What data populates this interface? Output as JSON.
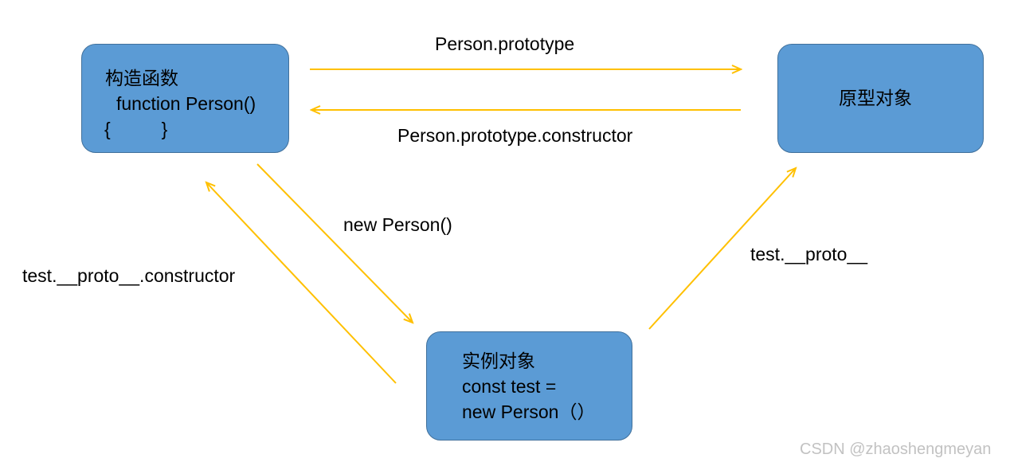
{
  "colors": {
    "box_fill": "#5b9bd5",
    "box_border": "#41719c",
    "arrow": "#ffc000",
    "watermark": "#c2c2c2"
  },
  "nodes": {
    "constructor": {
      "line1": "构造函数",
      "line2": "function Person()",
      "line3": "{          }"
    },
    "prototype": {
      "line1": "原型对象"
    },
    "instance": {
      "line1": "实例对象",
      "line2": "const test =",
      "line3": "new Person（）"
    }
  },
  "edges": {
    "constructor_to_prototype": "Person.prototype",
    "prototype_to_constructor": "Person.prototype.constructor",
    "constructor_to_instance": "new Person()",
    "instance_to_constructor": "test.__proto__.constructor",
    "instance_to_prototype": "test.__proto__"
  },
  "watermark": "CSDN @zhaoshengmeyan"
}
